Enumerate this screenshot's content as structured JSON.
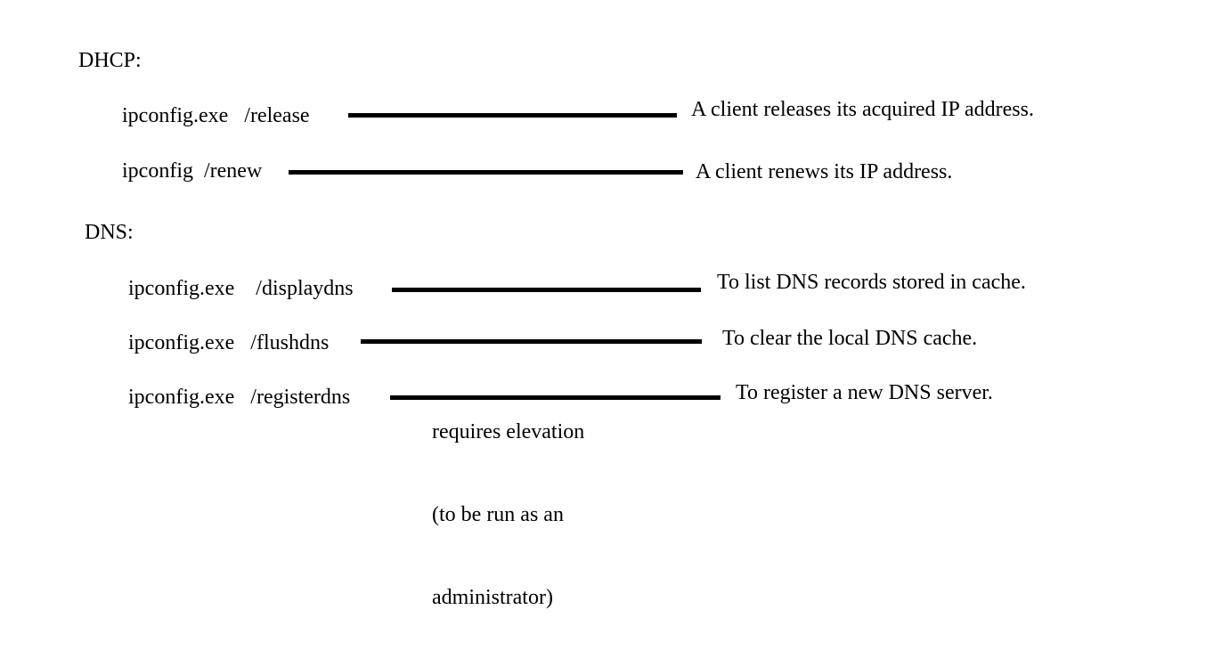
{
  "sections": [
    {
      "heading": "DHCP:",
      "rows": [
        {
          "command": "ipconfig.exe   /release",
          "description": "A client releases its acquired IP address."
        },
        {
          "command": "ipconfig  /renew",
          "description": "A client renews its IP address."
        }
      ]
    },
    {
      "heading": "DNS:",
      "rows": [
        {
          "command": "ipconfig.exe    /displaydns",
          "description": "To list DNS records stored in cache."
        },
        {
          "command": "ipconfig.exe   /flushdns",
          "description": "To clear the local DNS cache."
        },
        {
          "command": "ipconfig.exe   /registerdns",
          "description": "To register a new DNS server."
        }
      ]
    }
  ],
  "note": {
    "line1": "requires elevation",
    "line2": "(to be run as an",
    "line3": "administrator)"
  }
}
